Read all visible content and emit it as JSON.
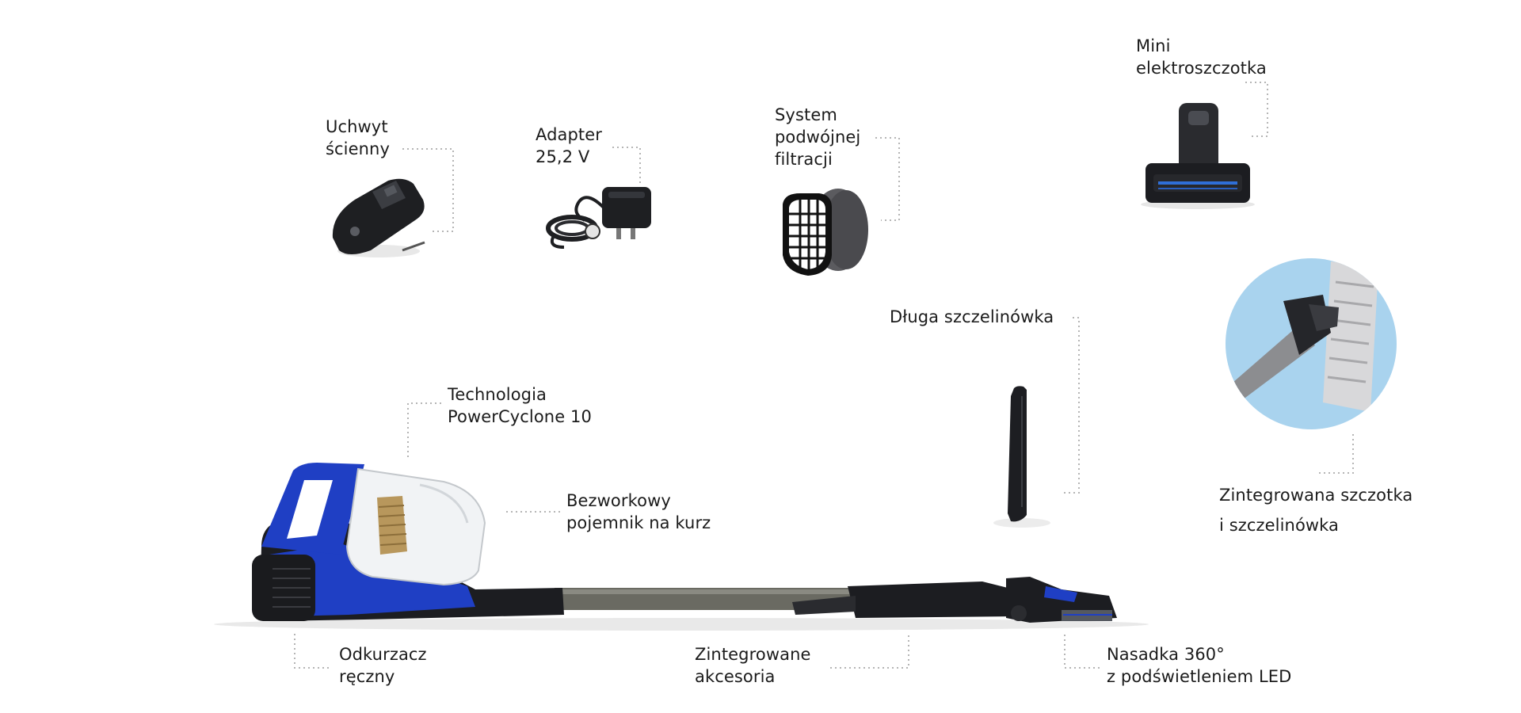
{
  "labels": {
    "wall_mount": "Uchwyt\nścienny",
    "adapter": "Adapter\n25,2 V",
    "filtration": "System\npodwójnej\nfiltracji",
    "mini_brush": "Mini\nelektroszczotka",
    "crevice_long": "Długa szczelinówka",
    "integrated_brush": "Zintegrowana szczotka\ni szczelinówka",
    "powercyclone": "Technologia\nPowerCyclone 10",
    "bagless": "Bezworkowy\npojemnik na kurz",
    "handheld": "Odkurzacz\nręczny",
    "integrated_accessories": "Zintegrowane\nakcesoria",
    "nozzle": "Nasadka 360°\nz podświetleniem LED"
  },
  "colors": {
    "accent_blue": "#1f3fc4",
    "body_black": "#1c1d21",
    "tube_gray": "#6a6a62",
    "leader_line": "#b5b5b5",
    "text": "#1b1b1b",
    "bubble_bg": "#a9d3ee"
  },
  "icons": {
    "wall_mount": "wall-mount-icon",
    "adapter": "power-adapter-icon",
    "filter": "filter-icon",
    "mini_brush": "mini-brush-icon",
    "crevice": "crevice-tool-icon",
    "integrated_brush": "integrated-brush-icon",
    "vacuum": "stick-vacuum-icon"
  }
}
